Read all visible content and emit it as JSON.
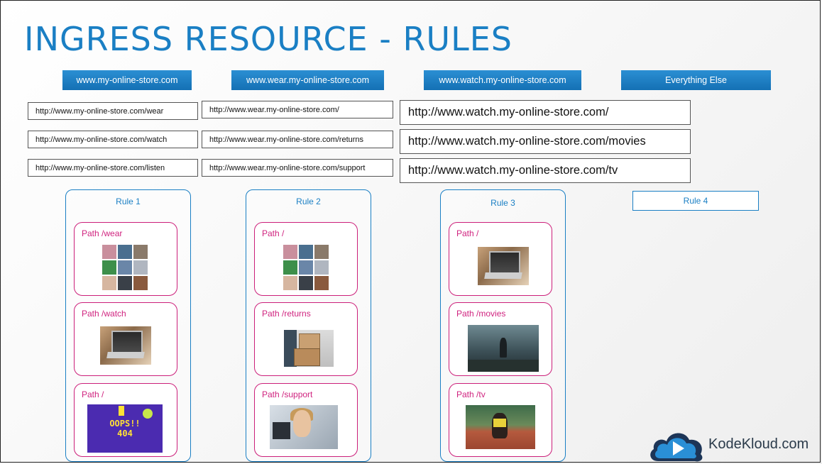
{
  "slide": {
    "title": "INGRESS RESOURCE - RULES",
    "logo_text": "KodeKloud.com"
  },
  "colors": {
    "title": "#1a7fc4",
    "header_bg": "#1f7fc6",
    "rule_border": "#1a7fc4",
    "path_border": "#cc1f7a",
    "path_text": "#d0237f"
  },
  "hosts": [
    {
      "header": "www.my-online-store.com",
      "urls": [
        "http://www.my-online-store.com/wear",
        "http://www.my-online-store.com/watch",
        "http://www.my-online-store.com/listen"
      ]
    },
    {
      "header": "www.wear.my-online-store.com",
      "urls": [
        "http://www.wear.my-online-store.com/",
        "http://www.wear.my-online-store.com/returns",
        "http://www.wear.my-online-store.com/support"
      ]
    },
    {
      "header": "www.watch.my-online-store.com",
      "urls": [
        "http://www.watch.my-online-store.com/",
        "http://www.watch.my-online-store.com/movies",
        "http://www.watch.my-online-store.com/tv"
      ]
    },
    {
      "header": "Everything Else",
      "urls": []
    }
  ],
  "rules": [
    {
      "label": "Rule 1",
      "paths": [
        {
          "label": "Path /wear",
          "image": "apparel-collage-image"
        },
        {
          "label": "Path /watch",
          "image": "laptop-video-image"
        },
        {
          "label": "Path /",
          "image": "oops-404-image"
        }
      ]
    },
    {
      "label": "Rule 2",
      "paths": [
        {
          "label": "Path /",
          "image": "apparel-collage-image"
        },
        {
          "label": "Path /returns",
          "image": "delivery-boxes-image"
        },
        {
          "label": "Path /support",
          "image": "support-agent-image"
        }
      ]
    },
    {
      "label": "Rule 3",
      "paths": [
        {
          "label": "Path /",
          "image": "laptop-video-image"
        },
        {
          "label": "Path /movies",
          "image": "movie-scene-image"
        },
        {
          "label": "Path /tv",
          "image": "athlete-image"
        }
      ]
    },
    {
      "label": "Rule 4",
      "paths": []
    }
  ],
  "images": {
    "oops_line1": "OOPS!!",
    "oops_line2": "404"
  }
}
